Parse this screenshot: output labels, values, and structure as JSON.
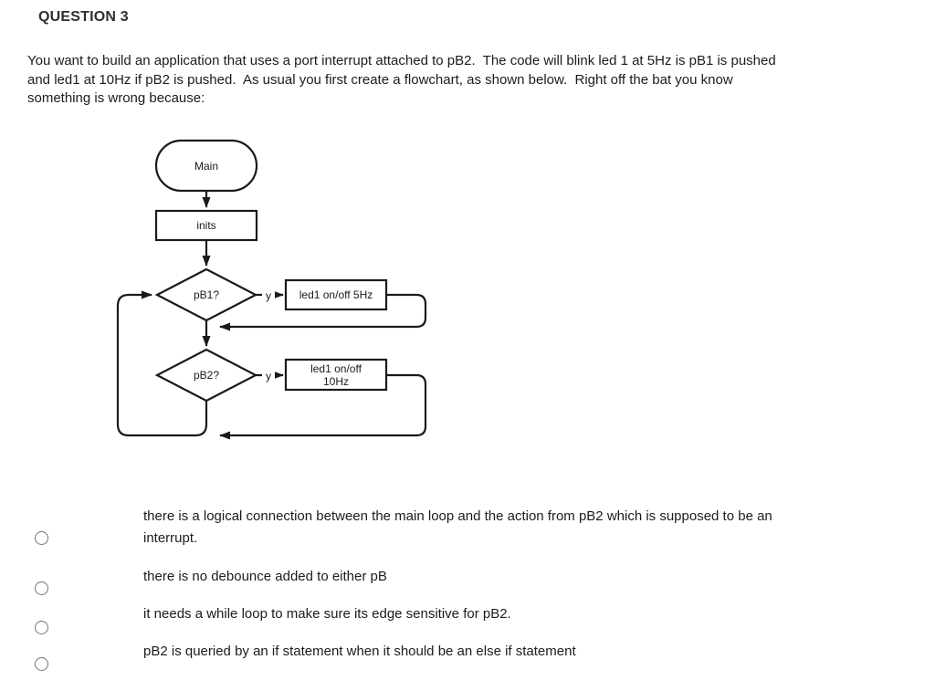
{
  "header": {
    "title": "QUESTION 3"
  },
  "question": {
    "prompt_lines": [
      "You want to build an application that uses a port interrupt attached to pB2.  The code will blink led 1 at 5Hz is pB1 is pushed",
      "and led1 at 10Hz if pB2 is pushed.  As usual you first create a flowchart, as shown below.  Right off the bat you know",
      "something is wrong because:"
    ]
  },
  "flowchart": {
    "start_label": "Main",
    "inits_label": "inits",
    "pb1_label": "pB1?",
    "pb2_label": "pB2?",
    "action_5hz_label": "led1 on/off 5Hz",
    "action_10hz_line1": "led1 on/off",
    "action_10hz_line2": "10Hz",
    "yes_label": "y"
  },
  "options": [
    {
      "selected": false,
      "lines": [
        "there is a logical connection between the main loop and the action from pB2 which is supposed to be an",
        "interrupt."
      ]
    },
    {
      "selected": false,
      "lines": [
        "there is no debounce added to either pB"
      ]
    },
    {
      "selected": false,
      "lines": [
        "it needs a while loop to make sure its edge sensitive for pB2."
      ]
    },
    {
      "selected": false,
      "lines": [
        "pB2 is queried by an if statement when it should be an else if statement"
      ]
    }
  ],
  "colors": {
    "line": "#1a1a1a",
    "heading": "#2f2f2f",
    "body_text": "#1c1c1c",
    "radio_border": "#757575"
  }
}
